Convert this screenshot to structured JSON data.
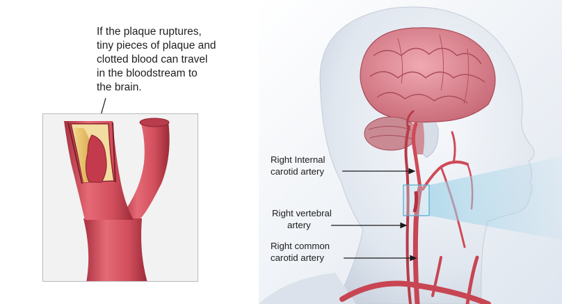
{
  "caption": {
    "lines": [
      "If the plaque ruptures,",
      "tiny pieces of plaque and",
      "clotted blood can travel",
      "in the bloodstream to",
      "the brain."
    ]
  },
  "labels": {
    "internal_carotid": [
      "Right Internal",
      "carotid artery"
    ],
    "vertebral": [
      "Right vertebral",
      "artery"
    ],
    "common_carotid": [
      "Right common",
      "carotid artery"
    ]
  },
  "colors": {
    "artery": "#cf4a57",
    "artery_dark": "#9f2a38",
    "plaque": "#e8c46a",
    "brain": "#d88c96",
    "skin": "#e6ebf3",
    "inset_beam": "#9fd3e8"
  }
}
